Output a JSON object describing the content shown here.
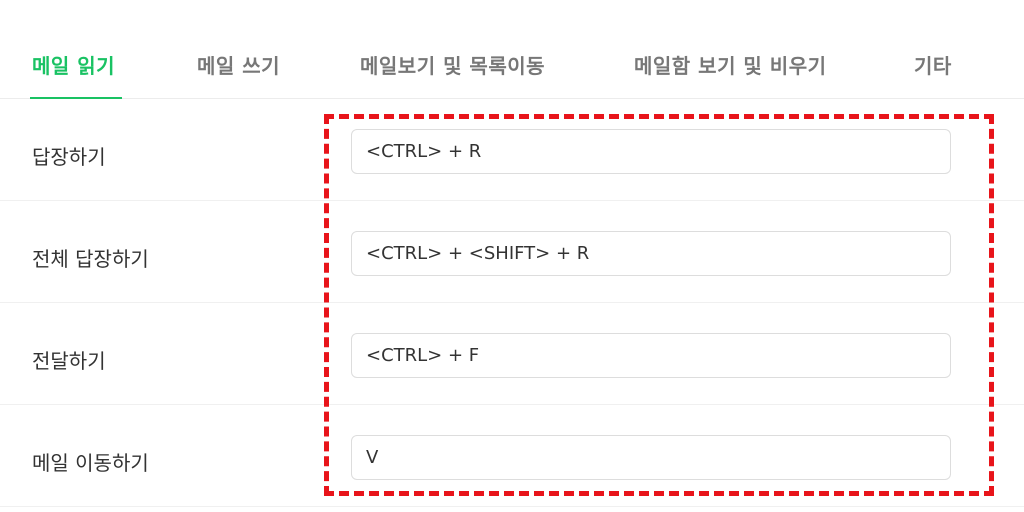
{
  "tabs": [
    {
      "label": "메일 읽기",
      "active": true
    },
    {
      "label": "메일 쓰기",
      "active": false
    },
    {
      "label": "메일보기 및 목록이동",
      "active": false
    },
    {
      "label": "메일함 보기 및 비우기",
      "active": false
    },
    {
      "label": "기타",
      "active": false
    }
  ],
  "shortcuts": [
    {
      "label": "답장하기",
      "keys": "<CTRL> + R"
    },
    {
      "label": "전체 답장하기",
      "keys": "<CTRL> + <SHIFT> + R"
    },
    {
      "label": "전달하기",
      "keys": "<CTRL> + F"
    },
    {
      "label": "메일 이동하기",
      "keys": "V"
    }
  ],
  "colors": {
    "accent": "#19c263",
    "highlight_border": "#e8141a",
    "tab_inactive": "#777777"
  }
}
